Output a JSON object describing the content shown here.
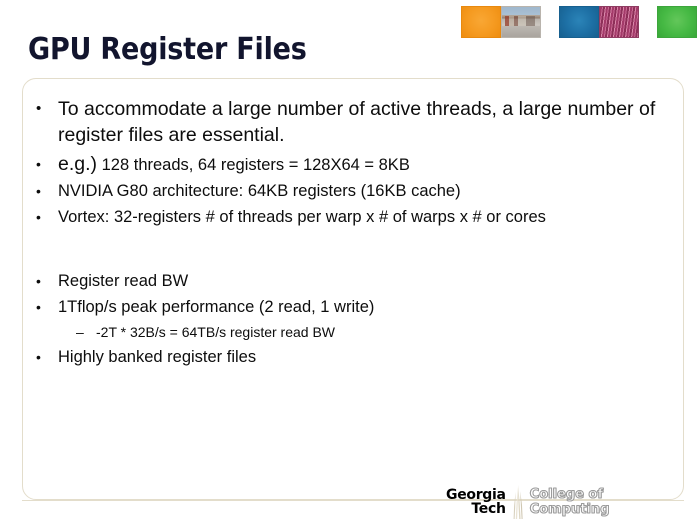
{
  "slide": {
    "title": "GPU Register Files",
    "header_tiles": [
      {
        "name": "orange-square",
        "kind": "solid",
        "color": "#f59a20"
      },
      {
        "name": "campus-photo",
        "kind": "photo",
        "color": "#b6a99c"
      },
      {
        "name": "blue-square",
        "kind": "solid",
        "color": "#1d6fa4"
      },
      {
        "name": "circuit-photo",
        "kind": "photo",
        "color": "#a33a69"
      },
      {
        "name": "green-square",
        "kind": "solid",
        "color": "#46b944"
      }
    ],
    "bullets": [
      {
        "level": 1,
        "marker": "•",
        "text": "To accommodate a large number of active threads, a large number of register files are essential."
      },
      {
        "level": 1,
        "marker": "•",
        "emphasis": "e.g.)",
        "text": " 128 threads, 64 registers = 128X64 = 8KB"
      },
      {
        "level": 1,
        "marker": "•",
        "text": "NVIDIA G80 architecture: 64KB registers (16KB cache)"
      },
      {
        "level": 1,
        "marker": "•",
        "text": "Vortex: 32-registers # of threads per warp x # of warps x # or cores"
      },
      {
        "level": 1,
        "marker": "•",
        "text": "Register read BW"
      },
      {
        "level": 1,
        "marker": "•",
        "text": "1Tflop/s peak performance  (2 read, 1 write)"
      },
      {
        "level": 2,
        "marker": "–",
        "text": "-2T * 32B/s = 64TB/s register read BW"
      },
      {
        "level": 1,
        "marker": "•",
        "text": "Highly banked register files"
      }
    ],
    "footer": {
      "logo_line1": "Georgia",
      "logo_line2": "Tech",
      "unit_line1": "College of",
      "unit_line2": "Computing"
    },
    "colors": {
      "title": "#12152e",
      "body_text": "#0d0d0d",
      "frame_border": "#e3ddcb",
      "background": "#ffffff"
    }
  }
}
